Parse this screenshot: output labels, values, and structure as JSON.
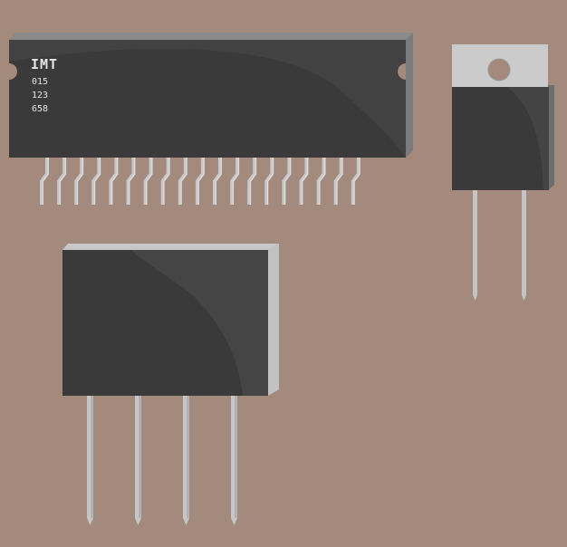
{
  "scene": {
    "background": "#a38a7c",
    "body_color": "#3a3a3a",
    "highlight_color": "#464646",
    "edge_color": "#7a7a7a",
    "lead_color": "#c8c8c8",
    "tab_color": "#c9c9c9"
  },
  "sip_chip": {
    "brand": "IMT",
    "code_1": "015",
    "code_2": "123",
    "code_3": "658",
    "pin_count": 19
  },
  "to220": {
    "lead_count": 2,
    "hole_icon": "mounting-hole"
  },
  "rect_module": {
    "lead_count": 4
  }
}
